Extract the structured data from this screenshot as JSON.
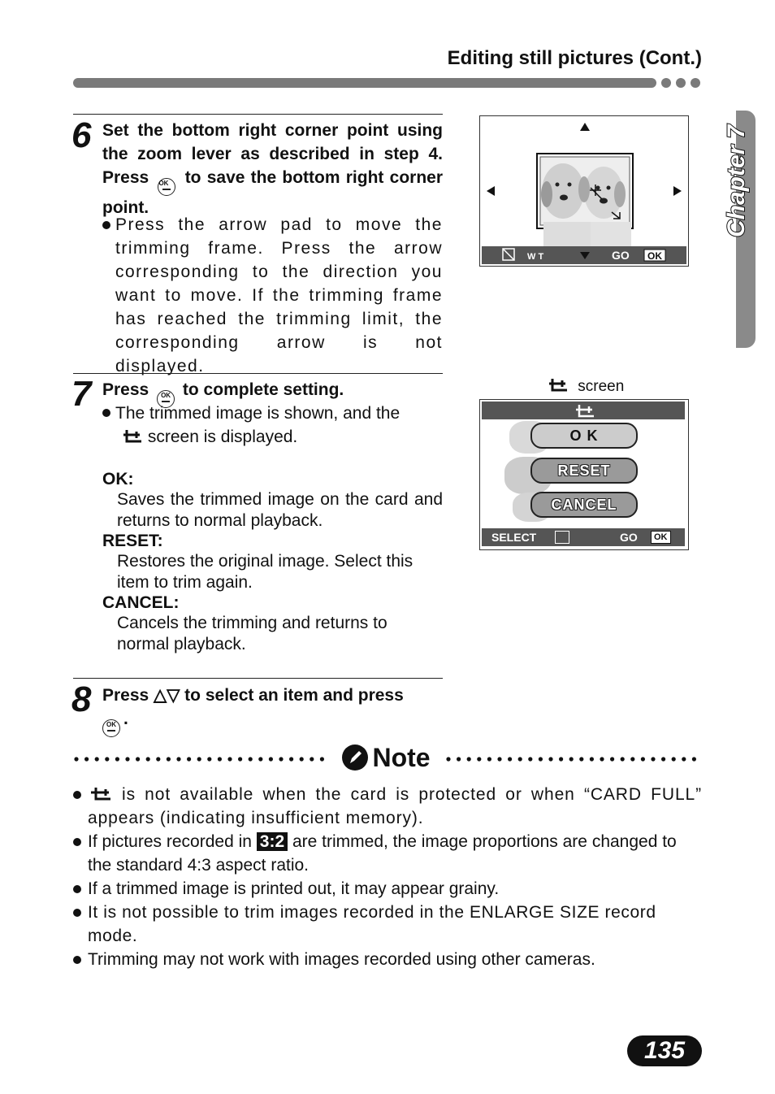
{
  "header": {
    "title": "Editing still pictures (Cont.)"
  },
  "chapter_tab": "Chapter 7",
  "step6": {
    "number": "6",
    "instruction_parts": [
      "Set the bottom right corner point using the zoom lever as described in step 4. Press",
      "to save the bottom right corner point."
    ],
    "bullet": "Press the arrow pad to move the trimming frame. Press the arrow corresponding to the direction you want to move. If the trimming frame has reached the trimming limit, the corresponding arrow is not displayed."
  },
  "screen1": {
    "bottom_left": "W T",
    "bottom_right": "GO",
    "ok_label": "OK"
  },
  "step7": {
    "number": "7",
    "instruction_parts": [
      "Press",
      "to complete setting."
    ],
    "bullet_parts": [
      "The trimmed image is shown, and the",
      "screen is displayed."
    ],
    "terms": [
      {
        "term": "OK:",
        "desc": "Saves the trimmed image on the card and returns to normal playback."
      },
      {
        "term": "RESET:",
        "desc": "Restores the original image. Select this item to trim again."
      },
      {
        "term": "CANCEL:",
        "desc": "Cancels the trimming and returns to normal playback."
      }
    ]
  },
  "screen2": {
    "caption": "screen",
    "menu": [
      "O K",
      "RESET",
      "CANCEL"
    ],
    "select_label": "SELECT",
    "go_label": "GO",
    "ok_label": "OK"
  },
  "step8": {
    "number": "8",
    "instruction_parts": [
      "Press △▽ to select an item and press",
      "."
    ]
  },
  "note": {
    "title": "Note",
    "items": [
      {
        "parts": [
          "is not available when the card is protected or when “CARD FULL” appears (indicating insufficient memory)."
        ]
      },
      {
        "parts": [
          "If pictures recorded in",
          "3:2",
          "are trimmed, the image proportions are changed to the standard 4:3 aspect ratio."
        ]
      },
      {
        "parts": [
          "If a trimmed image is printed out, it may appear grainy."
        ]
      },
      {
        "parts": [
          "It is not possible to trim images recorded in the ENLARGE SIZE record mode."
        ]
      },
      {
        "parts": [
          "Trimming may not work with images recorded using other cameras."
        ]
      }
    ]
  },
  "page_number": "135"
}
